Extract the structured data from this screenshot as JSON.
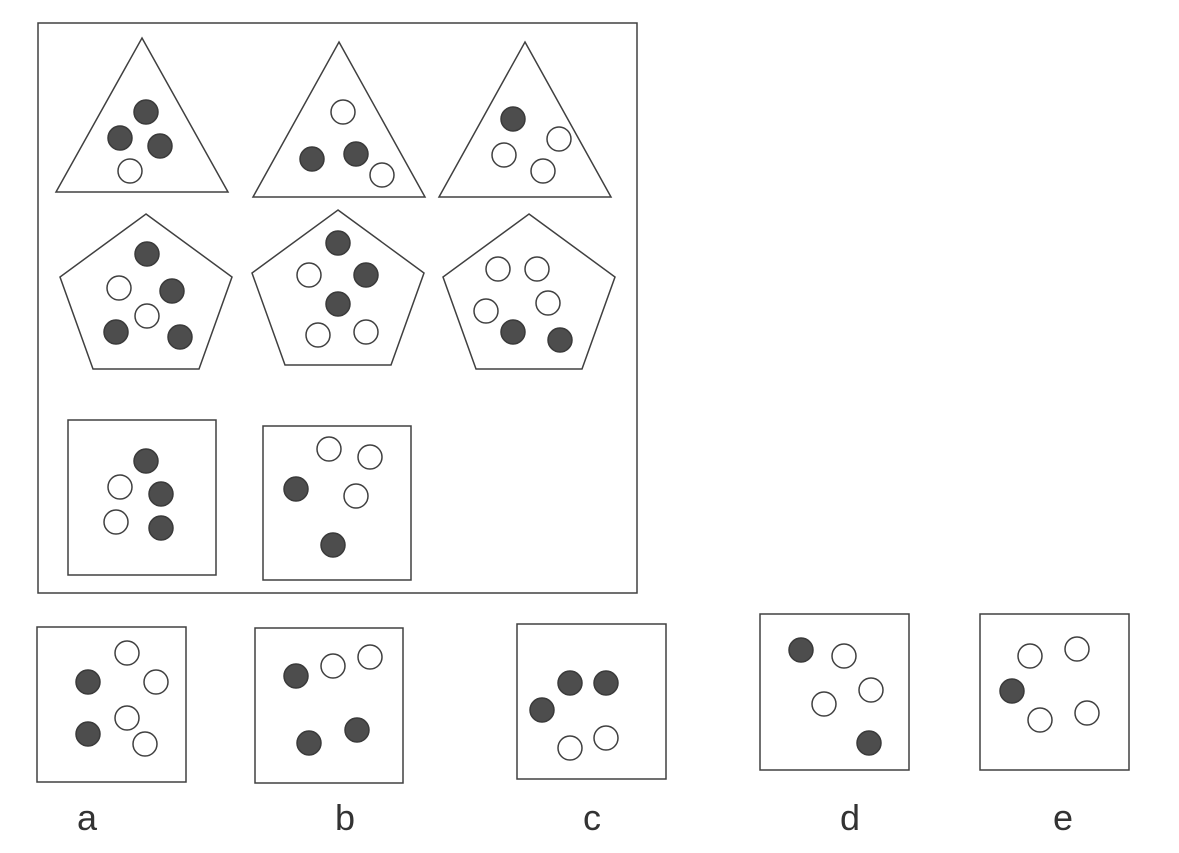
{
  "colors": {
    "filled_dot": "#4d4d4d",
    "empty_dot": "#ffffff",
    "outline": "#404040",
    "label": "#333333"
  },
  "matrix": {
    "rows": [
      {
        "shape": "triangle",
        "cells": [
          {
            "filled": 3,
            "empty": 1
          },
          {
            "filled": 2,
            "empty": 2
          },
          {
            "filled": 1,
            "empty": 3
          }
        ]
      },
      {
        "shape": "pentagon",
        "cells": [
          {
            "filled": 4,
            "empty": 2
          },
          {
            "filled": 3,
            "empty": 3
          },
          {
            "filled": 2,
            "empty": 4
          }
        ]
      },
      {
        "shape": "square",
        "cells": [
          {
            "filled": 3,
            "empty": 2
          },
          {
            "filled": 2,
            "empty": 3
          },
          null
        ]
      }
    ]
  },
  "options": [
    {
      "label": "a",
      "shape": "square",
      "filled": 2,
      "empty": 4
    },
    {
      "label": "b",
      "shape": "square",
      "filled": 3,
      "empty": 2
    },
    {
      "label": "c",
      "shape": "square",
      "filled": 3,
      "empty": 2
    },
    {
      "label": "d",
      "shape": "square",
      "filled": 2,
      "empty": 3
    },
    {
      "label": "e",
      "shape": "square",
      "filled": 1,
      "empty": 4
    }
  ]
}
